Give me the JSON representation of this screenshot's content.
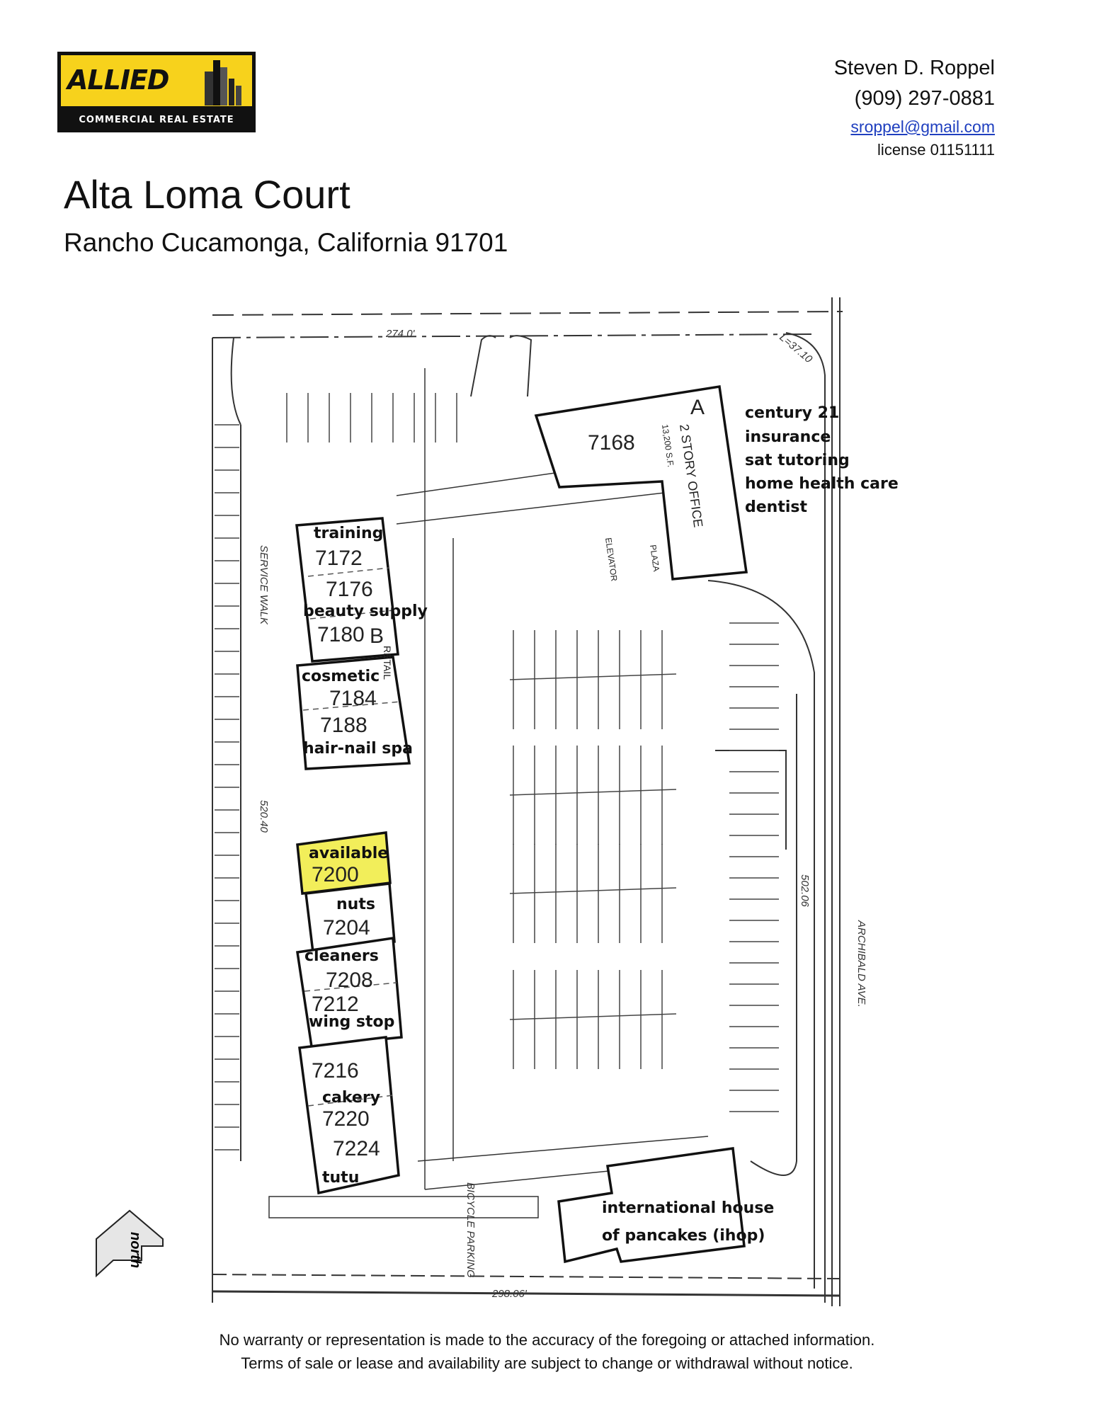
{
  "logo": {
    "word": "ALLIED",
    "tagline": "COMMERCIAL REAL ESTATE",
    "colors": {
      "yellow": "#f7d21c",
      "black": "#111111"
    }
  },
  "contact": {
    "name": "Steven D. Roppel",
    "phone": "(909) 297-0881",
    "email": "sroppel@gmail.com",
    "license": "license 01151111"
  },
  "property": {
    "title": "Alta Loma Court",
    "address": "Rancho Cucamonga, California 91701"
  },
  "site_plan": {
    "highlight_color": "#f2ee5a",
    "street": "ARCHIBALD AVE.",
    "service_walk": "SERVICE WALK",
    "dimensions": {
      "north": "274.0'",
      "west": "520.40",
      "east": "502.06",
      "south": "298.06'",
      "corner": "L=37.10"
    },
    "building_a": {
      "unit": "7168",
      "letter": "A",
      "note": "2 STORY OFFICE",
      "area": "13,200 S.F.",
      "elevator": "ELEVATOR",
      "plaza": "PLAZA",
      "tenants": [
        "century 21",
        "insurance",
        "sat tutoring",
        "home health care",
        "dentist"
      ]
    },
    "building_b": {
      "letter": "B",
      "retail": "RETAIL"
    },
    "units": [
      {
        "unit": "7172",
        "tenant": "training"
      },
      {
        "unit": "7176",
        "tenant": ""
      },
      {
        "unit": "7180",
        "tenant": "beauty supply"
      },
      {
        "unit": "7184",
        "tenant": "cosmetic"
      },
      {
        "unit": "7188",
        "tenant": "hair-nail spa"
      },
      {
        "unit": "7200",
        "tenant": "available"
      },
      {
        "unit": "7204",
        "tenant": "nuts"
      },
      {
        "unit": "7208",
        "tenant": "cleaners"
      },
      {
        "unit": "7212",
        "tenant": "wing stop"
      },
      {
        "unit": "7216",
        "tenant": ""
      },
      {
        "unit": "7220",
        "tenant": "cakery"
      },
      {
        "unit": "7224",
        "tenant": "tutu"
      }
    ],
    "pad": {
      "line1": "international house",
      "line2": "of pancakes (ihop)"
    },
    "bicycle_parking": "BICYCLE PARKING",
    "north_label": "north"
  },
  "footer": {
    "line1": "No warranty or representation is made to the accuracy of the foregoing or attached information.",
    "line2": "Terms of sale or lease and availability are subject to change or withdrawal without notice."
  }
}
